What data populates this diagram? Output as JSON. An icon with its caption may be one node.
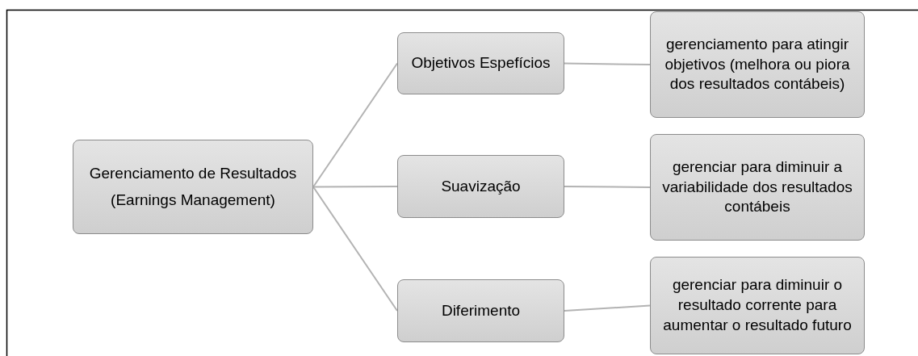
{
  "diagram": {
    "nodes": [
      {
        "text": [
          "Gerenciamento de Resultados",
          "(Earnings Management)"
        ]
      },
      {
        "text": [
          "Objetivos Espefícios"
        ]
      },
      {
        "text": [
          "Suavização"
        ]
      },
      {
        "text": [
          "Diferimento"
        ]
      },
      {
        "text": [
          "gerenciamento para atingir objetivos (melhora ou piora dos resultados contábeis)"
        ]
      },
      {
        "text": [
          "gerenciar para diminuir a variabilidade dos resultados contábeis"
        ]
      },
      {
        "text": [
          "gerenciar para diminuir o resultado corrente para aumentar o resultado futuro"
        ]
      }
    ],
    "edges": [
      {
        "from": 0,
        "to": 1,
        "arrow": "none"
      },
      {
        "from": 0,
        "to": 2,
        "arrow": "none"
      },
      {
        "from": 0,
        "to": 3,
        "arrow": "none"
      },
      {
        "from": 1,
        "to": 4,
        "arrow": "none"
      },
      {
        "from": 2,
        "to": 5,
        "arrow": "none"
      },
      {
        "from": 3,
        "to": 6,
        "arrow": "none"
      }
    ]
  }
}
